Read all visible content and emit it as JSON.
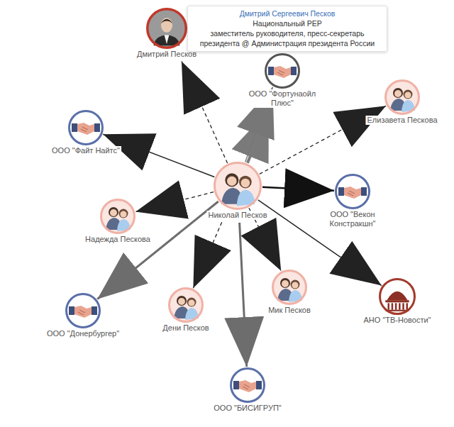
{
  "diagram": {
    "nodes": [
      {
        "text": [
          "Дмитрий Песков"
        ]
      },
      {
        "text": [
          "Дмитрий Сергеевич Песков",
          "Национальный PEP",
          "заместитель руководителя, пресс-секретарь президента @ Администрация президента России"
        ]
      },
      {
        "text": [
          "ООО \"Фортунаойл Плюс\""
        ]
      },
      {
        "text": [
          "Елизавета Пескова"
        ]
      },
      {
        "text": [
          "ООО \"Файт Найтс\""
        ]
      },
      {
        "text": [
          "Николай Песков"
        ]
      },
      {
        "text": [
          "Надежда Пескова"
        ]
      },
      {
        "text": [
          "ООО \"Векон Констракшн\""
        ]
      },
      {
        "text": [
          "ООО \"Донербургер\""
        ]
      },
      {
        "text": [
          "Дени Песков"
        ]
      },
      {
        "text": [
          "Мик Песков"
        ]
      },
      {
        "text": [
          "АНО \"ТВ-Новости\""
        ]
      },
      {
        "text": [
          "ООО \"БИСИГРУП\""
        ]
      }
    ],
    "edges": [
      {
        "from": 5,
        "to": 0,
        "arrow": "to"
      },
      {
        "from": 5,
        "to": 2,
        "arrow": "to"
      },
      {
        "from": 5,
        "to": 2,
        "arrow": "to"
      },
      {
        "from": 5,
        "to": 3,
        "arrow": "to"
      },
      {
        "from": 5,
        "to": 4,
        "arrow": "to"
      },
      {
        "from": 5,
        "to": 6,
        "arrow": "to"
      },
      {
        "from": 5,
        "to": 7,
        "arrow": "to"
      },
      {
        "from": 5,
        "to": 8,
        "arrow": "to"
      },
      {
        "from": 5,
        "to": 9,
        "arrow": "to"
      },
      {
        "from": 5,
        "to": 10,
        "arrow": "to"
      },
      {
        "from": 5,
        "to": 11,
        "arrow": "to"
      },
      {
        "from": 5,
        "to": 12,
        "arrow": "to"
      }
    ]
  }
}
